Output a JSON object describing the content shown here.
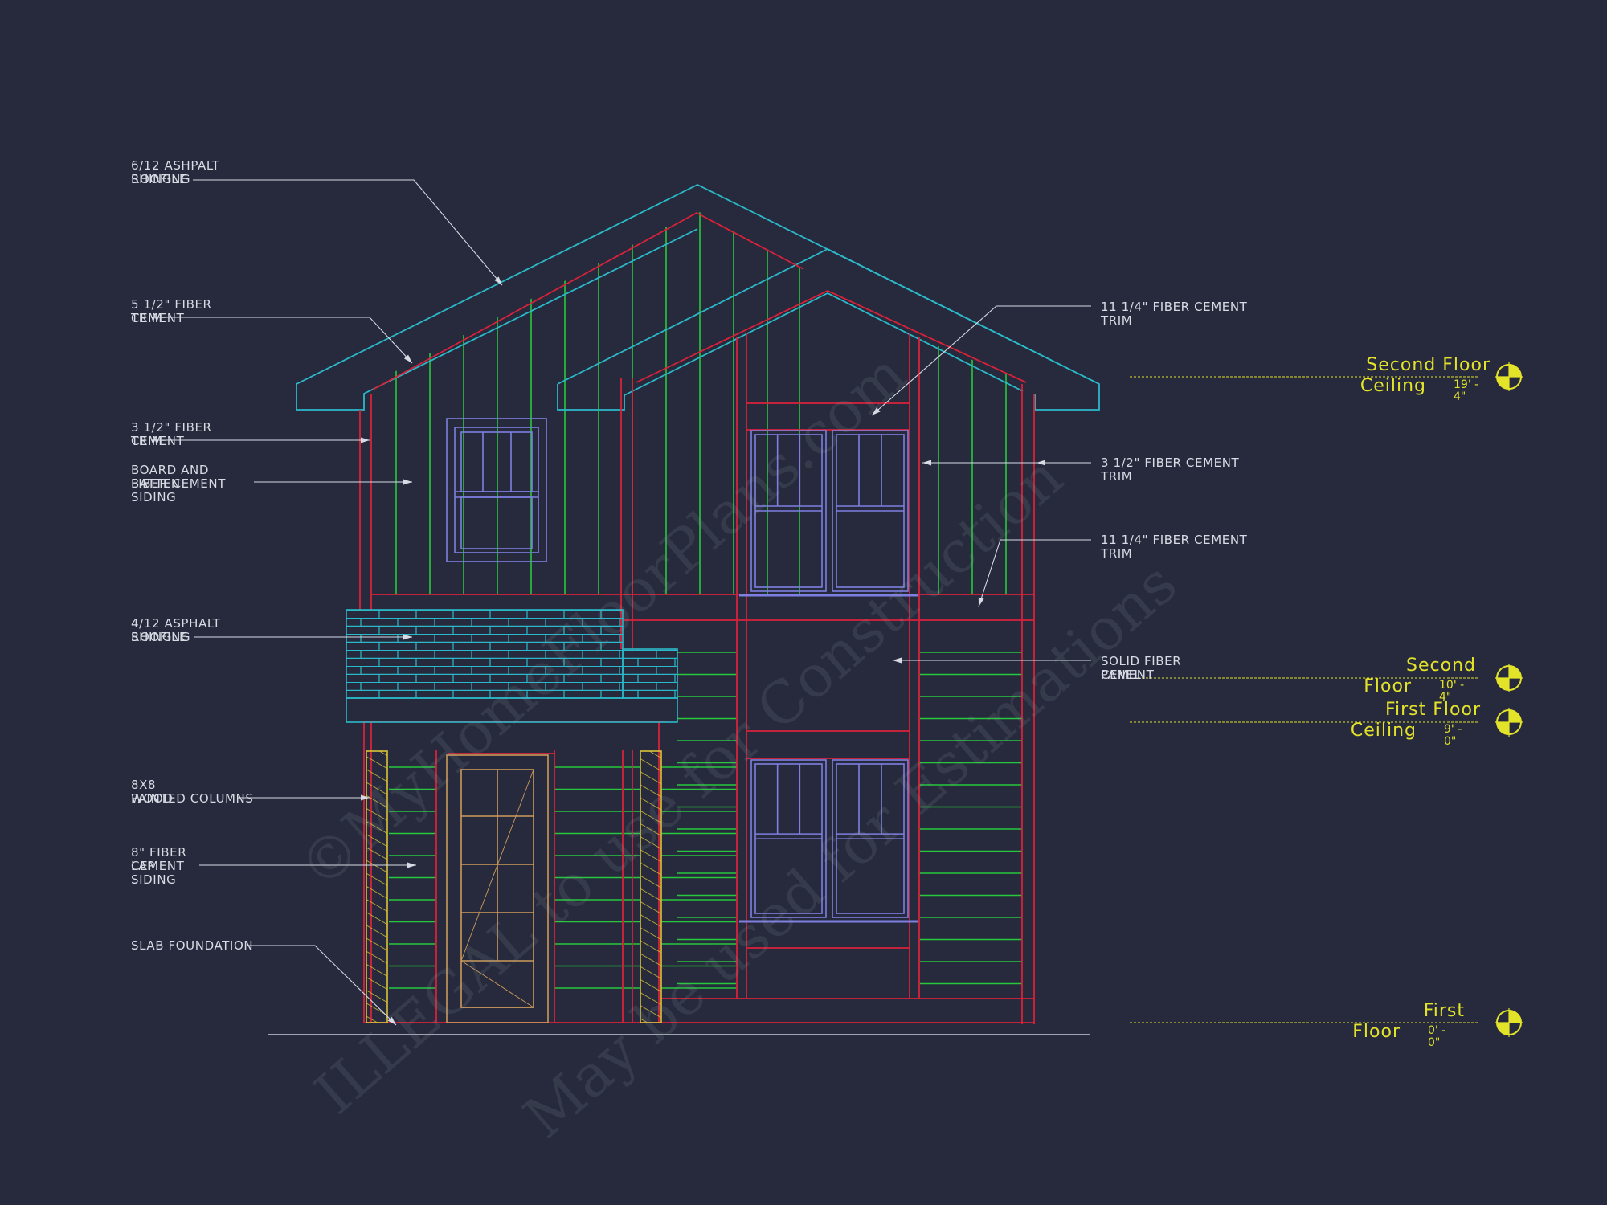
{
  "colors": {
    "background": "#262a3c",
    "roof": "#2bb9c9",
    "wall": "#d9213a",
    "siding": "#27c83d",
    "window": "#7e7fe0",
    "door": "#cc9a5a",
    "column": "#d9c437",
    "level": "#e3e32a",
    "leader": "#d8dbe4"
  },
  "annotations_left": [
    {
      "l1": "6/12 ASHPALT",
      "l2": "ROOFING",
      "l2b": "SHINGLE",
      "l3": ""
    },
    {
      "l1": "5 1/2\" FIBER",
      "l2": "CEMENT",
      "l2b": "TRIM",
      "l3": ""
    },
    {
      "l1": "3 1/2\" FIBER",
      "l2": "CEMENT",
      "l2b": "TRIM",
      "l3": ""
    },
    {
      "l1": "BOARD AND",
      "l2": "BATTEN",
      "l2b": "FIBER CEMENT",
      "l3": "SIDING"
    },
    {
      "l1": "4/12 ASPHALT",
      "l2": "ROOFING",
      "l2b": "SHINGLE",
      "l3": ""
    },
    {
      "l1": "8X8",
      "l2": "WOOD",
      "l2b": "PAINTED COLUMNS",
      "l3": ""
    },
    {
      "l1": "8\" FIBER",
      "l2": "CEMENT",
      "l2b": "LAP",
      "l3": "SIDING"
    },
    {
      "l1": "SLAB FOUNDATION",
      "l2": "",
      "l2b": "",
      "l3": ""
    }
  ],
  "annotations_right": [
    {
      "l1": "11 1/4\" FIBER CEMENT",
      "l2": "TRIM",
      "l2b": ""
    },
    {
      "l1": "3 1/2\" FIBER CEMENT",
      "l2": "TRIM",
      "l2b": ""
    },
    {
      "l1": "11 1/4\" FIBER CEMENT",
      "l2": "TRIM",
      "l2b": ""
    },
    {
      "l1": "SOLID FIBER",
      "l2": "CEMENT",
      "l2b": "PANEL"
    }
  ],
  "levels": [
    {
      "name1": "Second Floor",
      "name2": "Ceiling",
      "ft": "19' -",
      "in": "4\""
    },
    {
      "name1": "Second",
      "name2": "Floor",
      "ft": "10' -",
      "in": "4\""
    },
    {
      "name1": "First Floor",
      "name2": "Ceiling",
      "ft": "9' -",
      "in": "0\""
    },
    {
      "name1": "First",
      "name2": "Floor",
      "ft": "0' -",
      "in": "0\""
    }
  ],
  "watermark": {
    "line1": "©MyHomeFloorPlans.com",
    "line2": "ILLEGAL to use for Construction",
    "line3": "May be used for Estimations"
  }
}
